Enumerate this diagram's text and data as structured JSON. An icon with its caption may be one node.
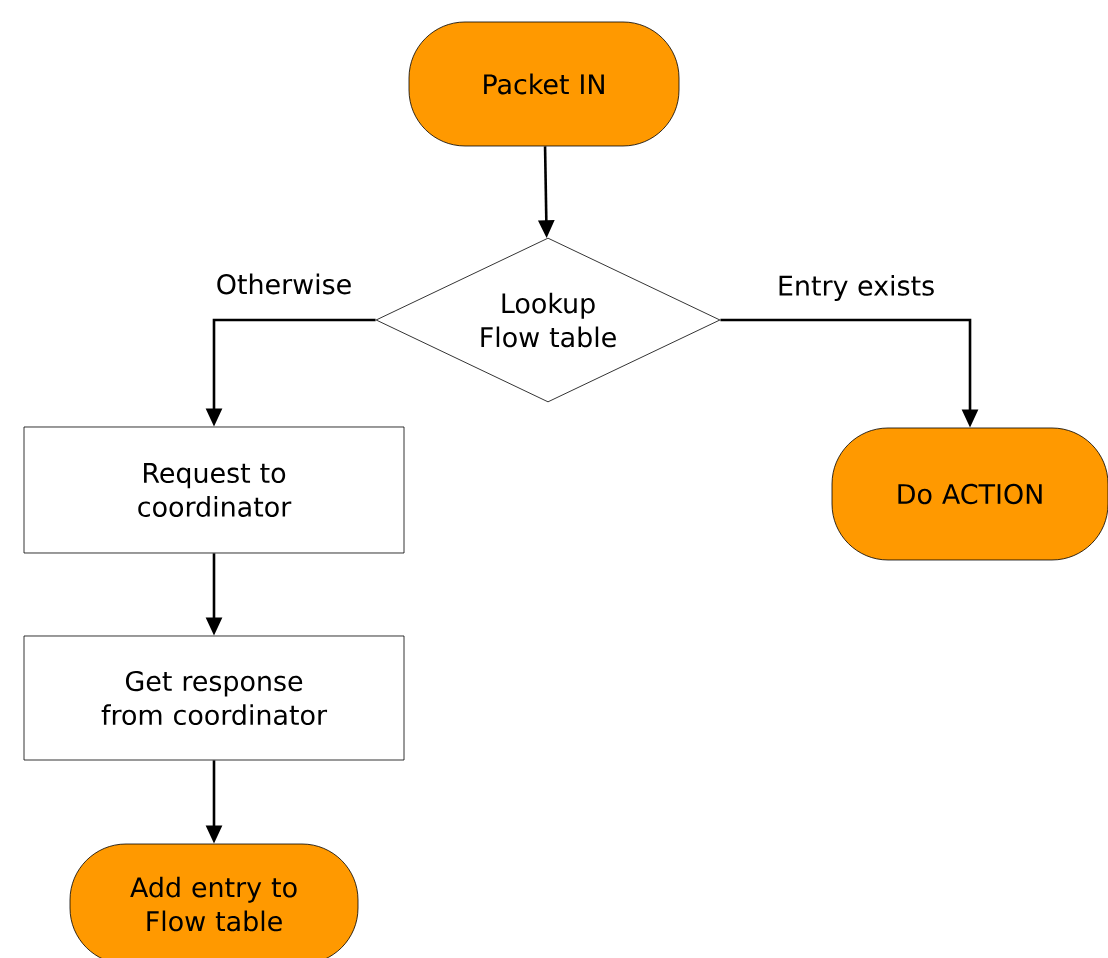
{
  "diagram": {
    "nodes": [
      {
        "text": [
          "Packet IN"
        ]
      },
      {
        "text": [
          "Lookup Flow table"
        ]
      },
      {
        "text": [
          "Request to coordinator"
        ]
      },
      {
        "text": [
          "Get response from coordinator"
        ]
      },
      {
        "text": [
          "Add entry to Flow table"
        ]
      },
      {
        "text": [
          "Do ACTION"
        ]
      }
    ],
    "edges": [
      {
        "from": 0,
        "to": 1,
        "arrow": "to"
      },
      {
        "from": 1,
        "to": 2,
        "arrow": "to",
        "label": "Otherwise"
      },
      {
        "from": 1,
        "to": 5,
        "arrow": "to",
        "label": "Entry exists"
      },
      {
        "from": 2,
        "to": 3,
        "arrow": "to"
      },
      {
        "from": 3,
        "to": 4,
        "arrow": "to"
      }
    ]
  }
}
